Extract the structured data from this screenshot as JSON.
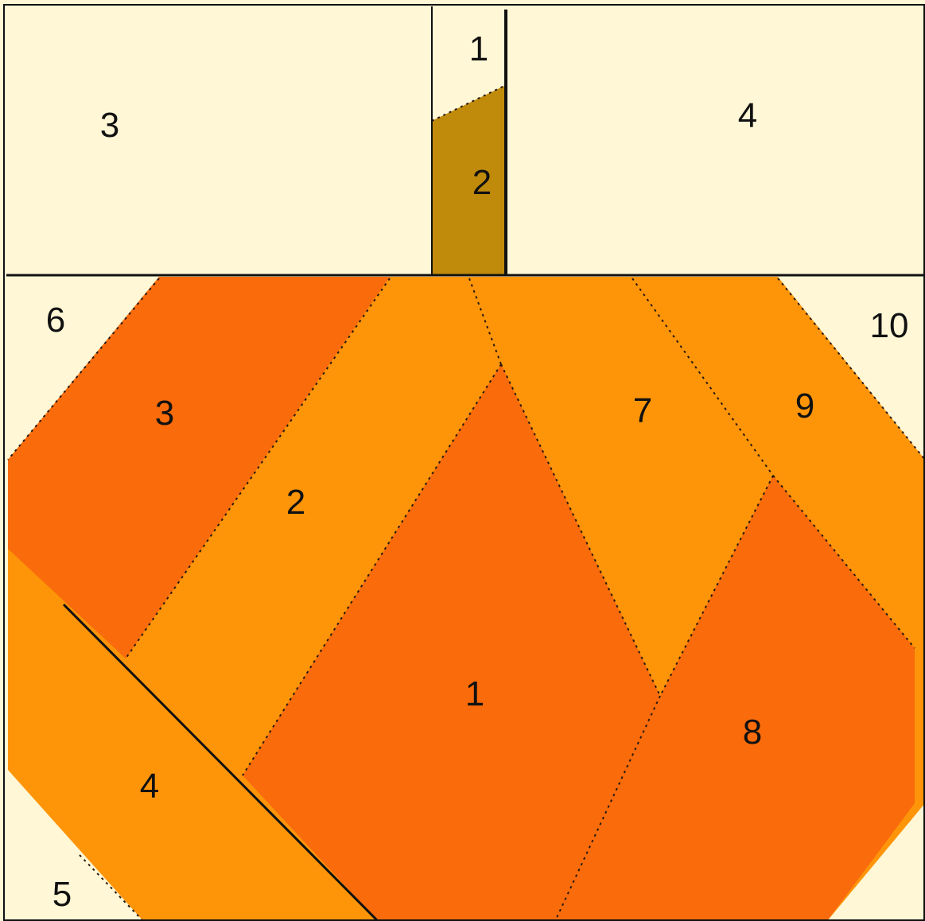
{
  "colors": {
    "background": "#FFF7D6",
    "stem": "#C08A0A",
    "dark_orange": "#F96B0B",
    "light_orange": "#FE9509",
    "outline": "#111111"
  },
  "top_section": {
    "pieces": [
      {
        "label": "3",
        "color_key": "background"
      },
      {
        "label": "1",
        "color_key": "background"
      },
      {
        "label": "2",
        "color_key": "stem"
      },
      {
        "label": "4",
        "color_key": "background"
      }
    ]
  },
  "bottom_section": {
    "pieces": [
      {
        "label": "1",
        "color_key": "dark_orange"
      },
      {
        "label": "2",
        "color_key": "light_orange"
      },
      {
        "label": "3",
        "color_key": "dark_orange"
      },
      {
        "label": "4",
        "color_key": "light_orange"
      },
      {
        "label": "5",
        "color_key": "background"
      },
      {
        "label": "6",
        "color_key": "background"
      },
      {
        "label": "7",
        "color_key": "light_orange"
      },
      {
        "label": "8",
        "color_key": "dark_orange"
      },
      {
        "label": "9",
        "color_key": "light_orange"
      },
      {
        "label": "10",
        "color_key": "background"
      }
    ]
  }
}
